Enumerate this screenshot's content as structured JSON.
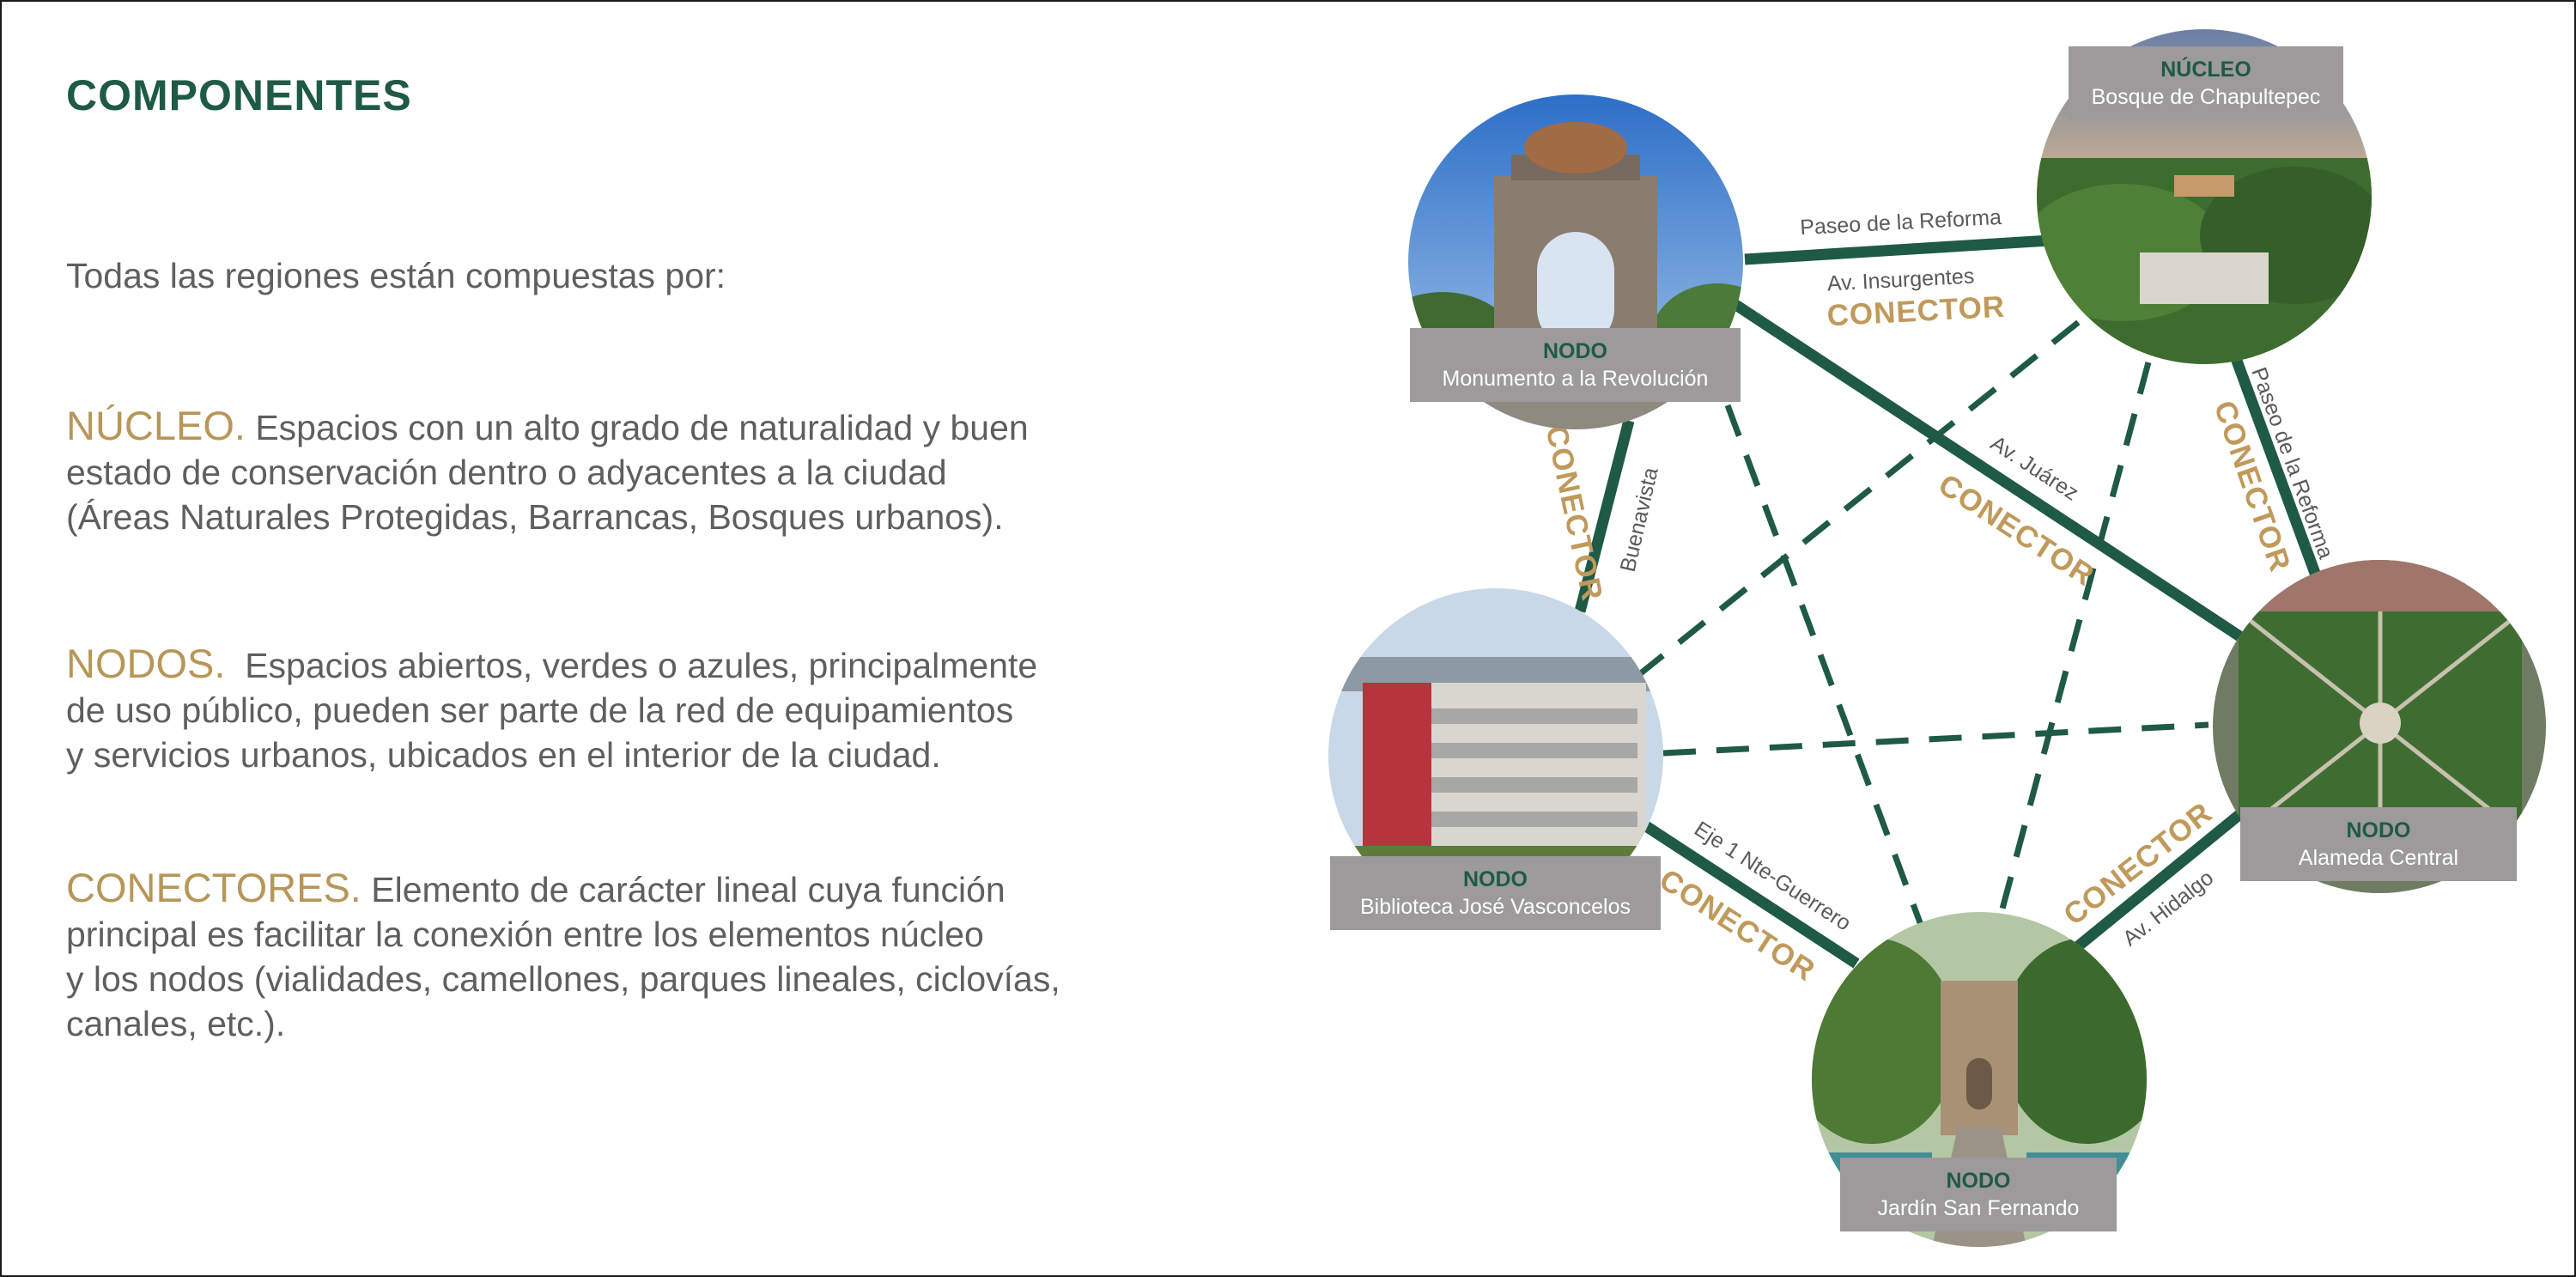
{
  "left": {
    "title": "COMPONENTES",
    "intro": "Todas las regiones están compuestas por:",
    "nucleo": {
      "lead": "NÚCLEO.",
      "lines": [
        " Espacios con un alto grado de naturalidad y buen",
        "estado de conservación dentro o adyacentes a la ciudad",
        "(Áreas Naturales Protegidas, Barrancas, Bosques urbanos)."
      ]
    },
    "nodos": {
      "lead": "NODOS.",
      "lines": [
        "  Espacios abiertos, verdes o azules, principalmente",
        "de uso público, pueden ser parte de la red de equipamientos",
        "y servicios urbanos, ubicados en el interior de la ciudad."
      ]
    },
    "conectores": {
      "lead": "CONECTORES.",
      "lines": [
        " Elemento de carácter lineal cuya función",
        "principal es facilitar la conexión entre los elementos núcleo",
        "y los nodos (vialidades, camellones, parques lineales, ciclovías,",
        "canales, etc.)."
      ]
    }
  },
  "diagram": {
    "nodes": {
      "monumento": {
        "kind": "NODO",
        "name": "Monumento a la Revolución"
      },
      "chapultepec": {
        "kind": "NÚCLEO",
        "name": "Bosque de Chapultepec"
      },
      "biblioteca": {
        "kind": "NODO",
        "name": "Biblioteca José Vasconcelos"
      },
      "alameda": {
        "kind": "NODO",
        "name": "Alameda Central"
      },
      "sanfernando": {
        "kind": "NODO",
        "name": "Jardín San Fernando"
      }
    },
    "streets": {
      "reforma_top": "Paseo de la Reforma",
      "insurgentes": "Av. Insurgentes",
      "buenavista": "Buenavista",
      "juarez": "Av. Juárez",
      "reforma_right": "Paseo de la Reforma",
      "eje1": "Eje 1 Nte-Guerrero",
      "hidalgo": "Av. Hidalgo"
    },
    "connector_label": "CONECTOR",
    "colors": {
      "accent_green": "#1f5a45",
      "accent_gold": "#c09a5b",
      "label_gray": "#9c9a9b"
    }
  }
}
